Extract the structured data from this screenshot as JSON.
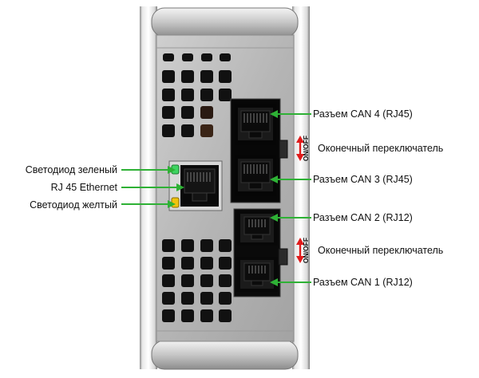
{
  "labels": {
    "led_green": "Светодиод зеленый",
    "rj45_ethernet": "RJ 45 Ethernet",
    "led_yellow": "Светодиод желтый",
    "can4": "Разъем CAN 4 (RJ45)",
    "terminator_top": "Оконечный переключатель",
    "can3": "Разъем CAN 3 (RJ45)",
    "can2": "Разъем CAN 2 (RJ12)",
    "terminator_bottom": "Оконечный переключатель",
    "can1": "Разъем CAN 1 (RJ12)"
  },
  "switch_labels": {
    "top": "ON/OFF",
    "bottom": "ON/OFF"
  },
  "colors": {
    "arrow_green": "#2eb135",
    "switch_arrow_red": "#e01b1b",
    "panel_metal": "#b9b9b9",
    "led_green": "#3ed462",
    "led_yellow": "#f0c30e"
  }
}
